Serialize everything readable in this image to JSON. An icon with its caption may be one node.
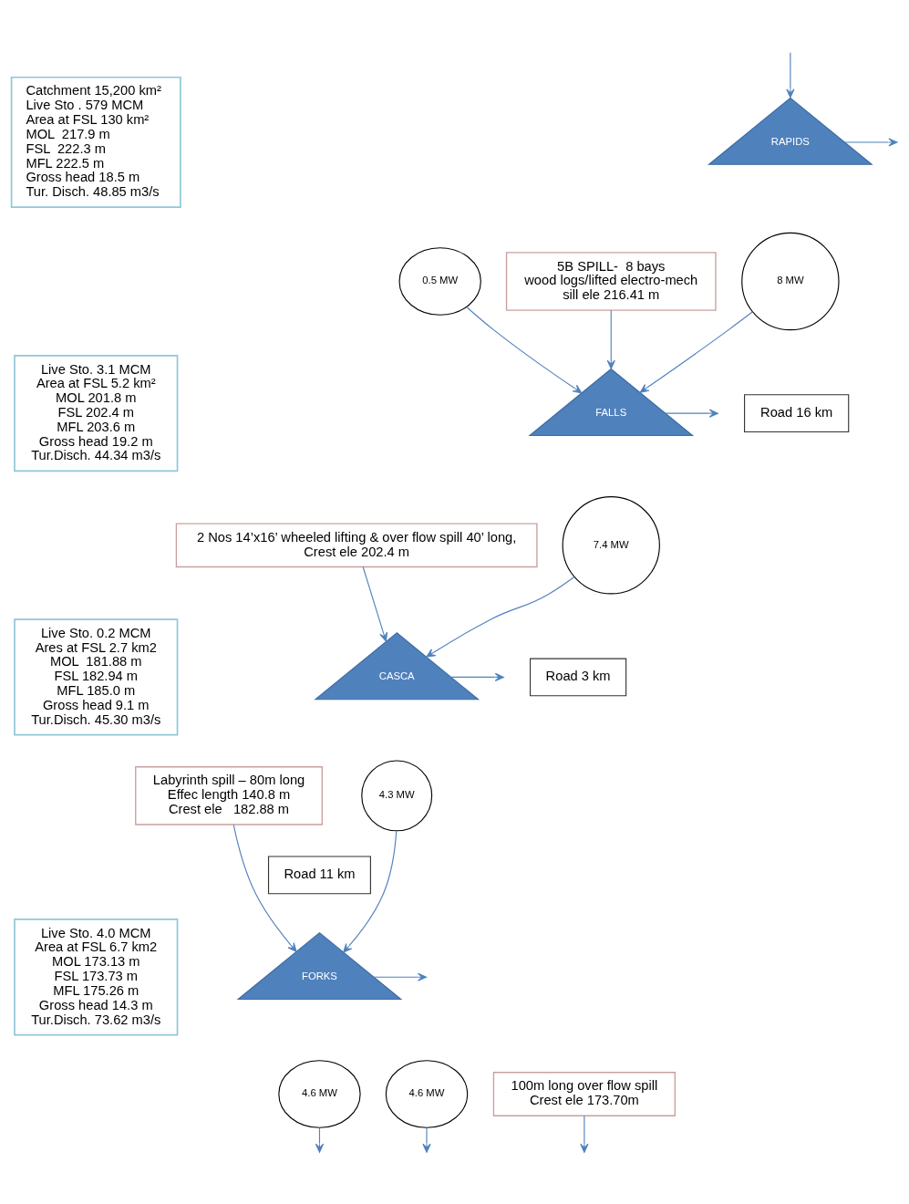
{
  "diagram": {
    "nodes": [
      {
        "text": [
          "Catchment 15,200 km²",
          "Live Sto . 579 MCM",
          "Area at FSL 130 km²",
          "MOL  217.9 m",
          "FSL  222.3 m",
          "MFL 222.5 m",
          "Gross head 18.5 m",
          "Tur. Disch. 48.85 m3/s"
        ]
      },
      {
        "text": [
          "RAPIDS"
        ]
      },
      {
        "text": [
          "8 MW"
        ]
      },
      {
        "text": [
          "0.5 MW"
        ]
      },
      {
        "text": [
          "5B SPILL-  8 bays",
          "wood logs/lifted electro-mech",
          "sill ele 216.41 m"
        ]
      },
      {
        "text": [
          "Live Sto. 3.1 MCM",
          "Area at FSL 5.2 km²",
          "MOL 201.8 m",
          "FSL 202.4 m",
          "MFL 203.6 m",
          "Gross head 19.2 m",
          "Tur.Disch. 44.34 m3/s"
        ]
      },
      {
        "text": [
          "Road 16 km"
        ]
      },
      {
        "text": [
          "FALLS"
        ]
      },
      {
        "text": [
          "7.4 MW"
        ]
      },
      {
        "text": [
          "2 Nos 14’x16’ wheeled lifting & over flow spill 40’ long,",
          "Crest ele 202.4 m"
        ]
      },
      {
        "text": [
          "Live Sto. 0.2 MCM",
          "Ares at FSL 2.7 km2",
          "MOL  181.88 m",
          "FSL 182.94 m",
          "MFL 185.0 m",
          "Gross head 9.1 m",
          "Tur.Disch. 45.30 m3/s"
        ]
      },
      {
        "text": [
          "Road 3 km"
        ]
      },
      {
        "text": [
          "CASCA"
        ]
      },
      {
        "text": [
          "4.3 MW"
        ]
      },
      {
        "text": [
          "Labyrinth spill – 80m long",
          "Effec length 140.8 m",
          "Crest ele   182.88 m"
        ]
      },
      {
        "text": [
          "Road 11 km"
        ]
      },
      {
        "text": [
          "Live Sto. 4.0 MCM",
          "Area at FSL 6.7 km2",
          "MOL 173.13 m",
          "FSL 173.73 m",
          "MFL 175.26 m",
          "Gross head 14.3 m",
          "Tur.Disch. 73.62 m3/s"
        ]
      },
      {
        "text": [
          "FORKS"
        ]
      },
      {
        "text": [
          "4.6 MW"
        ]
      },
      {
        "text": [
          "4.6 MW"
        ]
      },
      {
        "text": [
          "100m long over flow spill",
          "Crest ele 173.70m"
        ]
      }
    ],
    "edges": [
      {
        "from": 1,
        "to": null,
        "arrow": "to"
      },
      {
        "from": null,
        "to": 1,
        "arrow": "to"
      },
      {
        "from": 2,
        "to": 7,
        "arrow": "to"
      },
      {
        "from": 3,
        "to": 7,
        "arrow": "to"
      },
      {
        "from": 4,
        "to": 7,
        "arrow": "to"
      },
      {
        "from": 7,
        "to": null,
        "arrow": "to"
      },
      {
        "from": 8,
        "to": 12,
        "arrow": "to"
      },
      {
        "from": 9,
        "to": 12,
        "arrow": "to"
      },
      {
        "from": 12,
        "to": null,
        "arrow": "to"
      },
      {
        "from": 13,
        "to": 17,
        "arrow": "to"
      },
      {
        "from": 14,
        "to": 17,
        "arrow": "to"
      },
      {
        "from": 17,
        "to": null,
        "arrow": "to"
      },
      {
        "from": 18,
        "to": null,
        "arrow": "to"
      },
      {
        "from": 19,
        "to": null,
        "arrow": "to"
      },
      {
        "from": 20,
        "to": null,
        "arrow": "to"
      }
    ]
  }
}
